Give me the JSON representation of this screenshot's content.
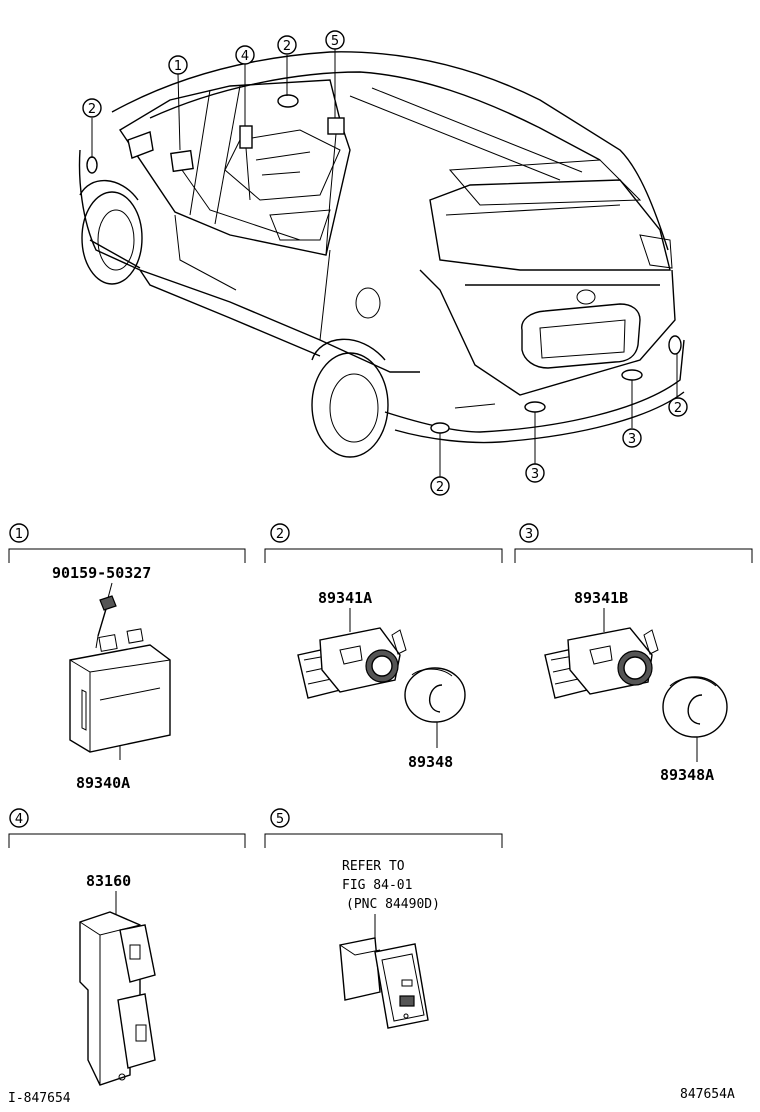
{
  "callouts": {
    "c1": "1",
    "c2": "2",
    "c3": "3",
    "c4": "4",
    "c5": "5"
  },
  "sections": {
    "s1": {
      "number": "1",
      "bolt_part": "90159-50327",
      "unit_part": "89340A"
    },
    "s2": {
      "number": "2",
      "sensor_part": "89341A",
      "ring_part": "89348"
    },
    "s3": {
      "number": "3",
      "sensor_part": "89341B",
      "ring_part": "89348A"
    },
    "s4": {
      "number": "4",
      "switch_part": "83160"
    },
    "s5": {
      "number": "5",
      "refer_line1": "REFER TO",
      "refer_line2": "FIG 84-01",
      "refer_line3": "(PNC 84490D)"
    }
  },
  "footer": {
    "left_code": "I-847654",
    "right_code": "847654A"
  }
}
